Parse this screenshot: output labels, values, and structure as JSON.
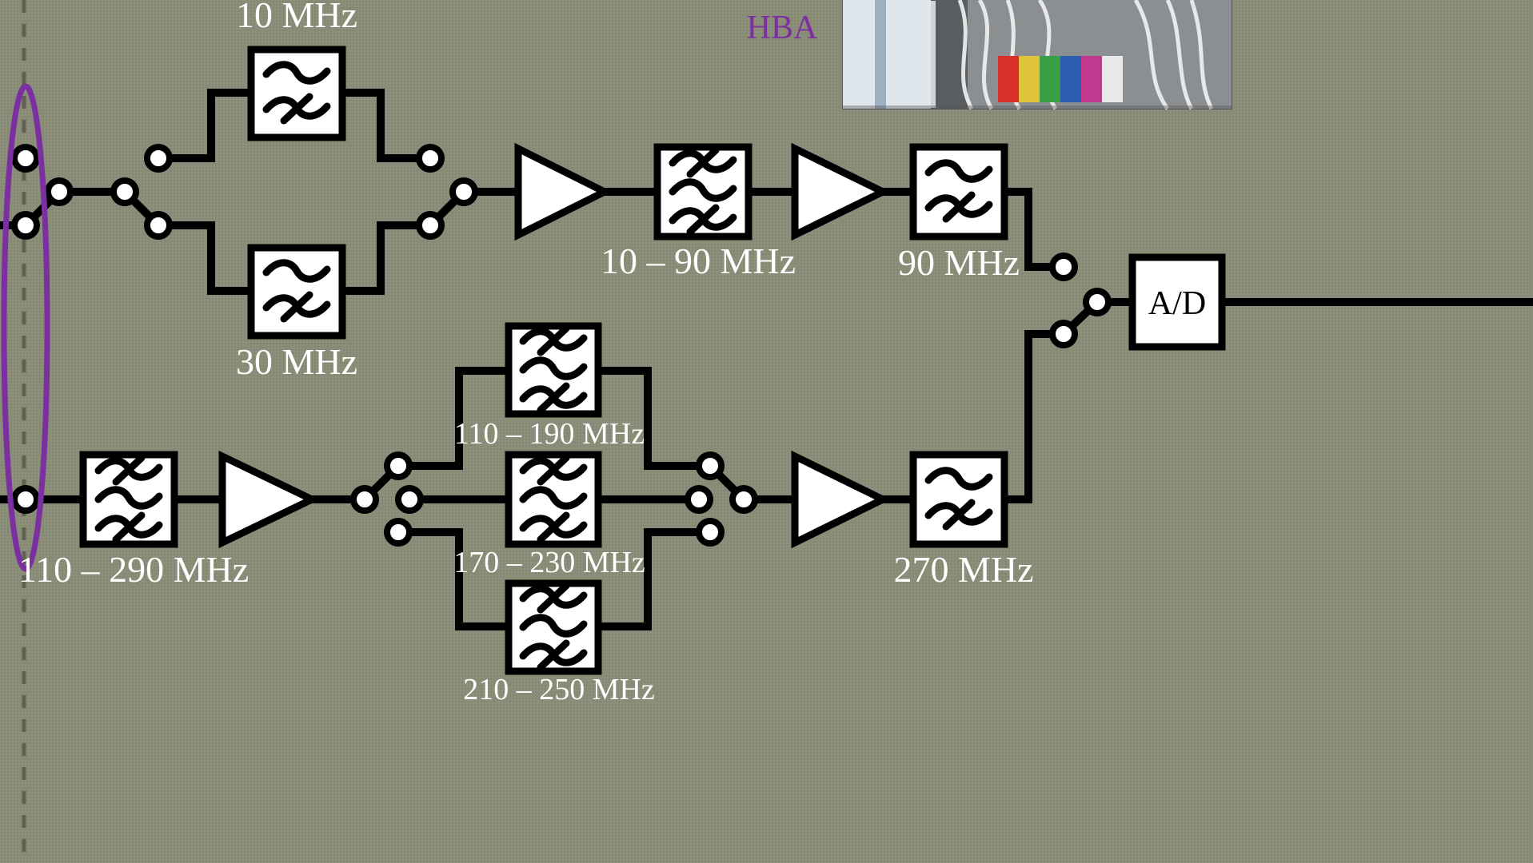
{
  "title_top": "10 MHz",
  "hba_label": "HBA",
  "labels": {
    "lp30": "30 MHz",
    "bp10_90": "10 – 90 MHz",
    "lp90": "90 MHz",
    "bp110_290": "110 – 290 MHz",
    "bp110_190": "110 – 190 MHz",
    "bp170_230": "170 – 230 MHz",
    "bp210_250": "210 – 250 MHz",
    "lp270": "270 MHz",
    "ad": "A/D"
  },
  "photo": {
    "alt": "photo of receiver unit with cables",
    "color_strip": [
      "#d9302a",
      "#e0c53a",
      "#3aa048",
      "#2d5fb0",
      "#c23a8f",
      "#e8e8e8"
    ]
  },
  "colors": {
    "background": "#8b8e78",
    "hba_ellipse": "#7b2fa0"
  }
}
